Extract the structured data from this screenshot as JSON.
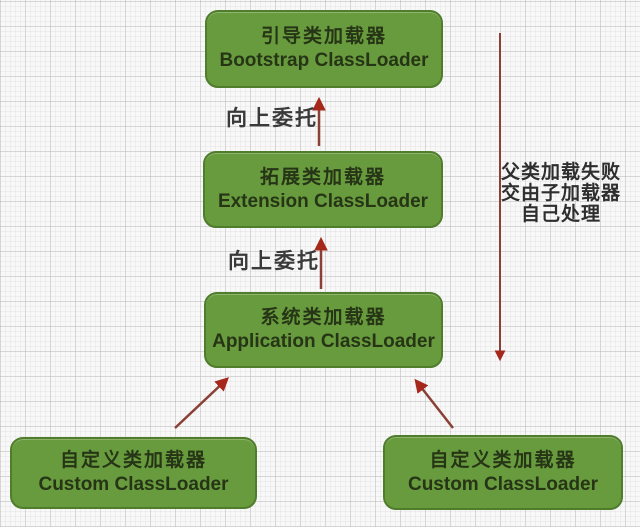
{
  "diagram": {
    "boxes": [
      {
        "id": "bootstrap",
        "zh": "引导类加载器",
        "en": "Bootstrap ClassLoader"
      },
      {
        "id": "extension",
        "zh": "拓展类加载器",
        "en": "Extension ClassLoader"
      },
      {
        "id": "application",
        "zh": "系统类加载器",
        "en": "Application ClassLoader"
      },
      {
        "id": "custom-left",
        "zh": "自定义类加载器",
        "en": "Custom ClassLoader"
      },
      {
        "id": "custom-right",
        "zh": "自定义类加载器",
        "en": "Custom ClassLoader"
      }
    ],
    "labels": {
      "delegate_up_1": "向上委托",
      "delegate_up_2": "向上委托",
      "fallback_note_lines": [
        "父类加载失败",
        "交由子加载器",
        "自己处理"
      ]
    },
    "colors": {
      "background": "#f8f8f8",
      "box_fill": "#689b3d",
      "box_border": "#4f7d2c",
      "box_text": "#263516",
      "arrow_line": "#8a4034",
      "arrow_head": "#a5281b",
      "label_text": "#3a3a3a",
      "note_text": "#2e2e2e"
    }
  }
}
